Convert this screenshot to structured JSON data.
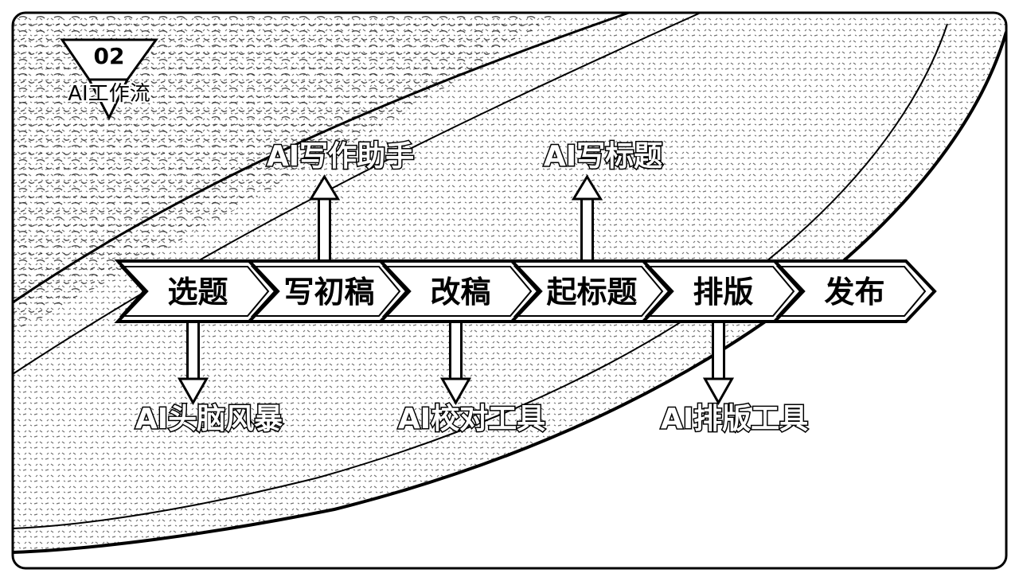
{
  "badge": {
    "number": "02",
    "title": "AI工作流"
  },
  "steps": [
    {
      "label": "选题"
    },
    {
      "label": "写初稿"
    },
    {
      "label": "改稿"
    },
    {
      "label": "起标题"
    },
    {
      "label": "排版"
    },
    {
      "label": "发布"
    }
  ],
  "tools": [
    {
      "label": "AI写作助手",
      "step": 1,
      "direction": "up"
    },
    {
      "label": "AI写标题",
      "step": 3,
      "direction": "up"
    },
    {
      "label": "AI头脑风暴",
      "step": 0,
      "direction": "down"
    },
    {
      "label": "AI校对工具",
      "step": 2,
      "direction": "down"
    },
    {
      "label": "AI排版工具",
      "step": 4,
      "direction": "down"
    }
  ],
  "colors": {
    "ink": "#000000",
    "paper": "#ffffff"
  }
}
